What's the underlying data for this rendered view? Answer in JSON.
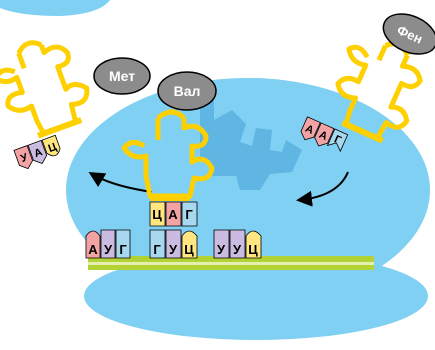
{
  "colors": {
    "ribbosome_large": "#7fd0f2",
    "ribbosome_small": "#7fd0f2",
    "trna": "#ffd000",
    "trna_outline": "#f0b400",
    "mrna": "#b2d235",
    "amino_acid_fill": "#8c8c8c",
    "base_A": "#f4a3a5",
    "base_U": "#cbbbe0",
    "base_G": "#a7d8ef",
    "base_C": "#ffe680",
    "arrow": "#000000"
  },
  "amino_acids": {
    "met": "Мет",
    "val": "Вал",
    "phe": "Фен"
  },
  "left_trna": {
    "anticodon": [
      "У",
      "А",
      "Ц"
    ]
  },
  "center_trna": {
    "anticodon": [
      "Ц",
      "А",
      "Г"
    ]
  },
  "right_trna": {
    "anticodon": [
      "А",
      "А",
      "Г"
    ]
  },
  "mrna": {
    "codons": [
      "А",
      "У",
      "Г",
      "Г",
      "У",
      "Ц",
      "У",
      "У",
      "Ц"
    ]
  }
}
